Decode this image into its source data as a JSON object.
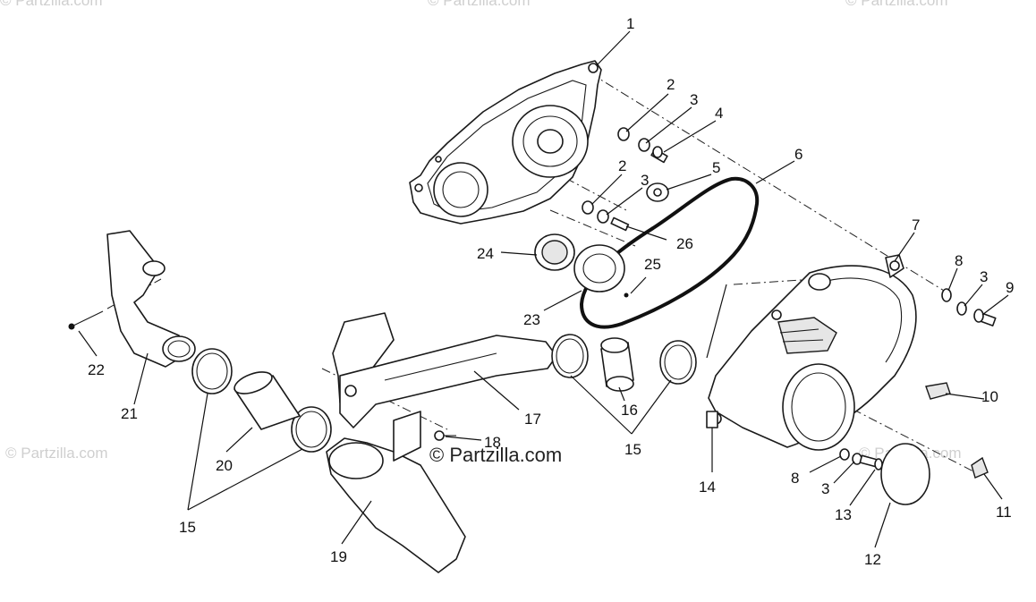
{
  "watermark": {
    "center": "© Partzilla.com",
    "faint": "© Partzilla.com"
  },
  "callouts": {
    "c1": "1",
    "c2a": "2",
    "c3a": "3",
    "c4": "4",
    "c2b": "2",
    "c3b": "3",
    "c5": "5",
    "c6": "6",
    "c7": "7",
    "c8a": "8",
    "c3c": "3",
    "c9": "9",
    "c24": "24",
    "c26": "26",
    "c25": "25",
    "c23": "23",
    "c22": "22",
    "c21": "21",
    "c17": "17",
    "c16": "16",
    "c15a": "15",
    "c15b": "15",
    "c18": "18",
    "c20": "20",
    "c19": "19",
    "c14": "14",
    "c8b": "8",
    "c3d": "3",
    "c13": "13",
    "c12": "12",
    "c10": "10",
    "c11": "11"
  }
}
